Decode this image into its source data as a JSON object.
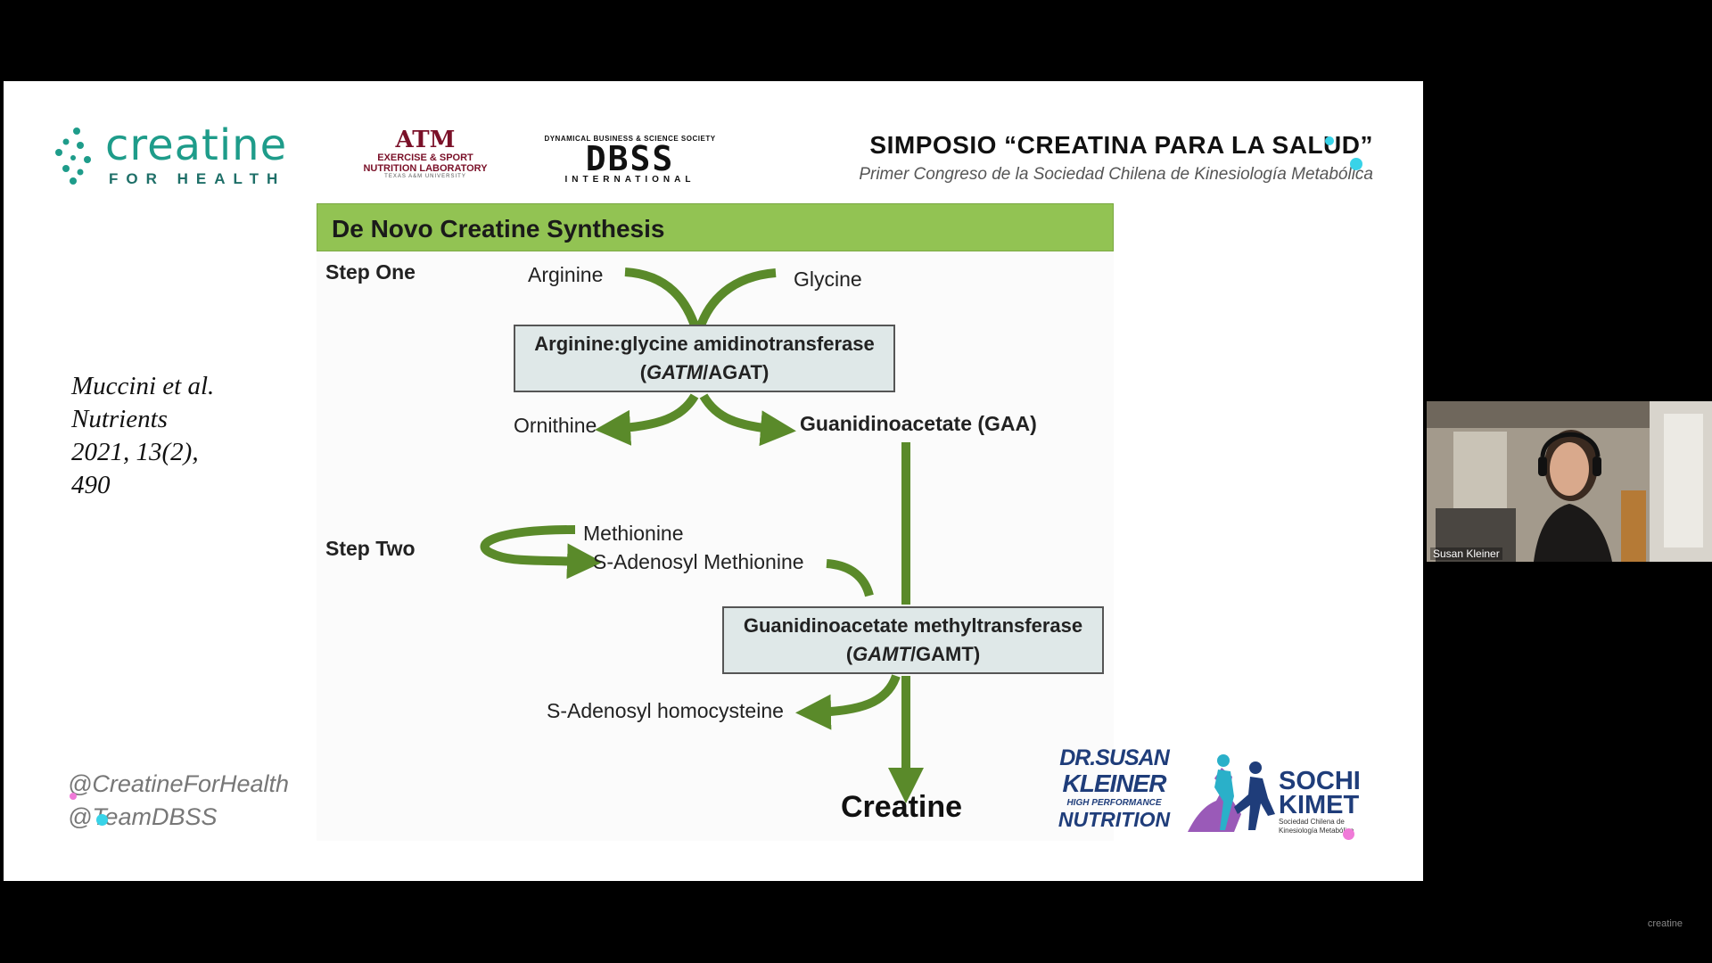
{
  "slide": {
    "logos": {
      "creatine_word": "creatine",
      "creatine_sub": "FOR HEALTH",
      "tamu_mark": "ATM",
      "tamu_line1": "EXERCISE & SPORT",
      "tamu_line2": "NUTRITION LABORATORY",
      "tamu_line3": "TEXAS A&M UNIVERSITY",
      "dbss_top": "DYNAMICAL BUSINESS & SCIENCE SOCIETY",
      "dbss_mid": "DBSS",
      "dbss_bot": "INTERNATIONAL"
    },
    "symposium_title": "SIMPOSIO “CREATINA PARA LA SALUD”",
    "symposium_subtitle": "Primer Congreso de la Sociedad Chilena de Kinesiología Metabólica",
    "diagram": {
      "title": "De Novo Creatine Synthesis",
      "step_one": "Step One",
      "step_two": "Step Two",
      "arginine": "Arginine",
      "glycine": "Glycine",
      "enzyme1_line1": "Arginine:glycine amidinotransferase",
      "enzyme1_gene": "GATM",
      "enzyme1_protein": "/AGAT)",
      "ornithine": "Ornithine",
      "gaa": "Guanidinoacetate (GAA)",
      "methionine": "Methionine",
      "sam": "S-Adenosyl Methionine",
      "enzyme2_line1": "Guanidinoacetate methyltransferase",
      "enzyme2_gene": "GAMT",
      "enzyme2_protein": "/GAMT)",
      "sah": "S-Adenosyl homocysteine",
      "creatine": "Creatine"
    },
    "reference": [
      "Muccini et al.",
      "Nutrients",
      "2021, 13(2),",
      "490"
    ],
    "handles": [
      "@CreatineForHealth",
      "@TeamDBSS"
    ],
    "sponsor_logos": {
      "kleiner_1": "DR.SUSAN",
      "kleiner_2": "KLEINER",
      "kleiner_3": "HIGH PERFORMANCE",
      "kleiner_4": "NUTRITION",
      "sochi_1": "SOCHI",
      "sochi_2": "KIMET",
      "sochi_3": "Sociedad Chilena de Kinesiología Metabólica"
    }
  },
  "toolbar": {
    "icons": [
      "back-arrow-icon",
      "pencil-icon",
      "magnifier-icon",
      "closed-caption-icon",
      "video-camera-icon",
      "more-icon",
      "pointer-icon"
    ]
  },
  "webcam": {
    "participant_name": "Susan Kleiner"
  },
  "watermark": "creatine",
  "colors": {
    "banner_green": "#92c353",
    "arrow_green": "#5a8a2a",
    "enzyme_box": "#dfe8e8",
    "brand_teal": "#1e9c8a"
  }
}
